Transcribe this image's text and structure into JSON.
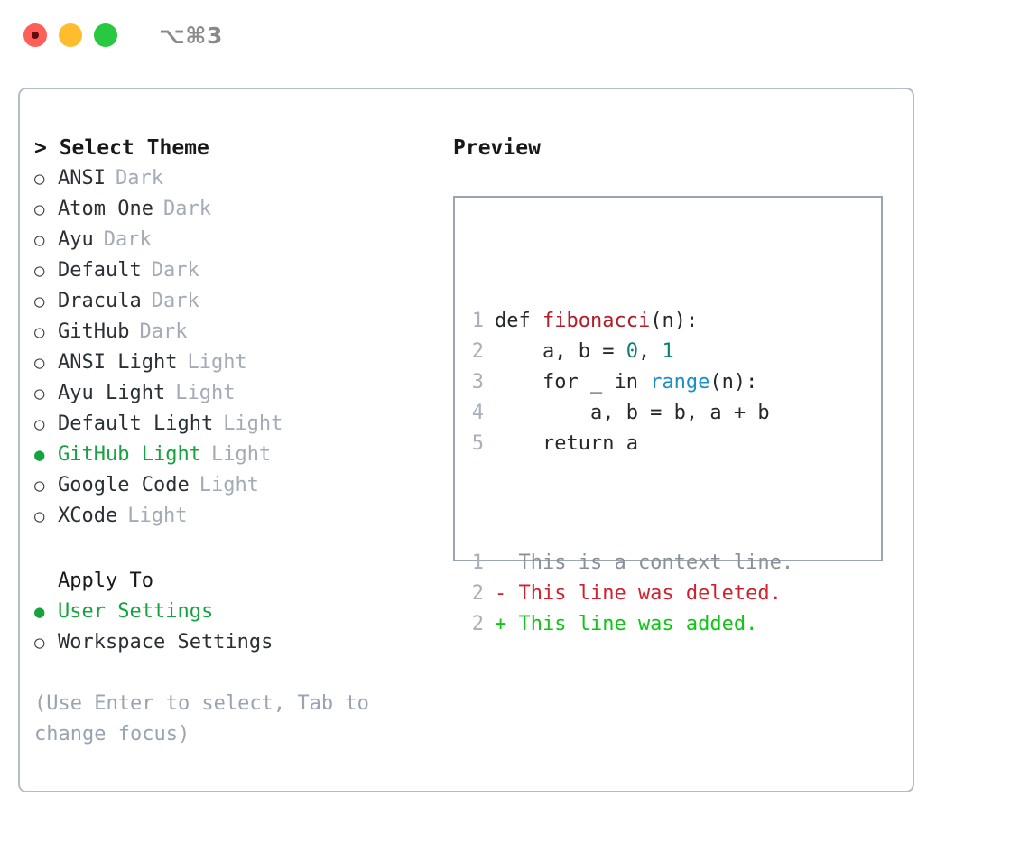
{
  "titlebar": {
    "shortcut": "⌥⌘3",
    "lights": [
      {
        "name": "close",
        "color": "#ff5f57"
      },
      {
        "name": "minimize",
        "color": "#ffbd2e"
      },
      {
        "name": "maximize",
        "color": "#28c840"
      }
    ]
  },
  "theme_panel": {
    "heading": "> Select Theme",
    "prompt_marker": ">",
    "bullet_selected": "●",
    "bullet_unselected": "○",
    "items": [
      {
        "label": "ANSI",
        "badge": "Dark",
        "selected": false
      },
      {
        "label": "Atom One",
        "badge": "Dark",
        "selected": false
      },
      {
        "label": "Ayu",
        "badge": "Dark",
        "selected": false
      },
      {
        "label": "Default",
        "badge": "Dark",
        "selected": false
      },
      {
        "label": "Dracula",
        "badge": "Dark",
        "selected": false
      },
      {
        "label": "GitHub",
        "badge": "Dark",
        "selected": false
      },
      {
        "label": "ANSI Light",
        "badge": "Light",
        "selected": false
      },
      {
        "label": "Ayu Light",
        "badge": "Light",
        "selected": false
      },
      {
        "label": "Default Light",
        "badge": "Light",
        "selected": false
      },
      {
        "label": "GitHub Light",
        "badge": "Light",
        "selected": true
      },
      {
        "label": "Google Code",
        "badge": "Light",
        "selected": false
      },
      {
        "label": "XCode",
        "badge": "Light",
        "selected": false
      }
    ]
  },
  "apply_to": {
    "heading": "Apply To",
    "items": [
      {
        "label": "User Settings",
        "selected": true
      },
      {
        "label": "Workspace Settings",
        "selected": false
      }
    ]
  },
  "hint": "(Use Enter to select, Tab to change focus)",
  "preview": {
    "heading": "Preview",
    "code_lines": [
      {
        "num": "1",
        "tokens": [
          {
            "t": "def ",
            "c": "kw"
          },
          {
            "t": "fibonacci",
            "c": "fn"
          },
          {
            "t": "(n):",
            "c": "plain"
          }
        ]
      },
      {
        "num": "2",
        "tokens": [
          {
            "t": "    a, b = ",
            "c": "plain"
          },
          {
            "t": "0",
            "c": "num"
          },
          {
            "t": ", ",
            "c": "plain"
          },
          {
            "t": "1",
            "c": "num"
          }
        ]
      },
      {
        "num": "3",
        "tokens": [
          {
            "t": "    for _ in ",
            "c": "plain"
          },
          {
            "t": "range",
            "c": "builtin"
          },
          {
            "t": "(n):",
            "c": "plain"
          }
        ]
      },
      {
        "num": "4",
        "tokens": [
          {
            "t": "        a, b = b, a + b",
            "c": "plain"
          }
        ]
      },
      {
        "num": "5",
        "tokens": [
          {
            "t": "    return a",
            "c": "plain"
          }
        ]
      }
    ],
    "diff_lines": [
      {
        "num": "1",
        "sign": " ",
        "text": " This is a context line.",
        "kind": "ctx"
      },
      {
        "num": "2",
        "sign": "-",
        "text": " This line was deleted.",
        "kind": "del"
      },
      {
        "num": "2",
        "sign": "+",
        "text": " This line was added.",
        "kind": "add"
      }
    ]
  },
  "colors": {
    "accent_green": "#14a33c",
    "badge_gray": "#a3abb7",
    "hint_gray": "#9aa3b2",
    "panel_border": "#b4bcc8",
    "preview_border": "#9aa5b2",
    "diff_add": "#10c516",
    "diff_del": "#cf222e",
    "fn_red": "#b31d28",
    "builtin_blue": "#1a8fc4",
    "number_teal": "#0e7f72"
  }
}
